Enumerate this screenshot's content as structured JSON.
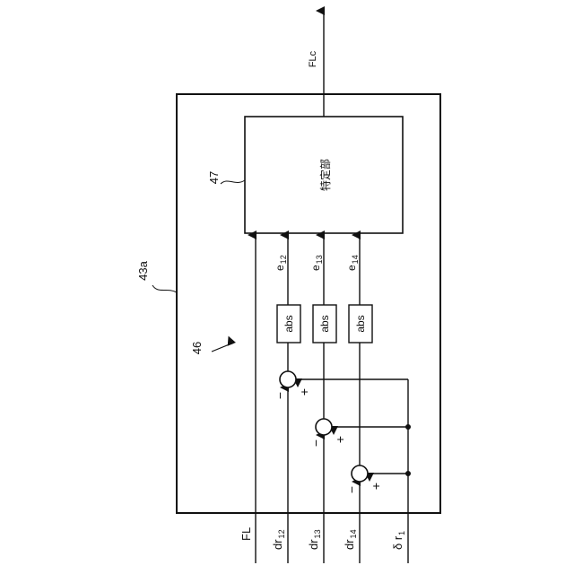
{
  "labels": {
    "output": "FLc",
    "outer_block": "43a",
    "inner_group": "46",
    "identify_ref": "47",
    "identify_block": "特定部",
    "abs": "abs",
    "plus": "+",
    "minus": "−",
    "errors": {
      "e12_base": "e",
      "e12_sub": "12",
      "e13_base": "e",
      "e13_sub": "13",
      "e14_base": "e",
      "e14_sub": "14"
    },
    "inputs": {
      "fl": "FL",
      "dr12_base": "dr",
      "dr12_sub": "12",
      "dr13_base": "dr",
      "dr13_sub": "13",
      "dr14_base": "dr",
      "dr14_sub": "14",
      "delta_base": "δ r",
      "delta_sub": "1"
    }
  }
}
